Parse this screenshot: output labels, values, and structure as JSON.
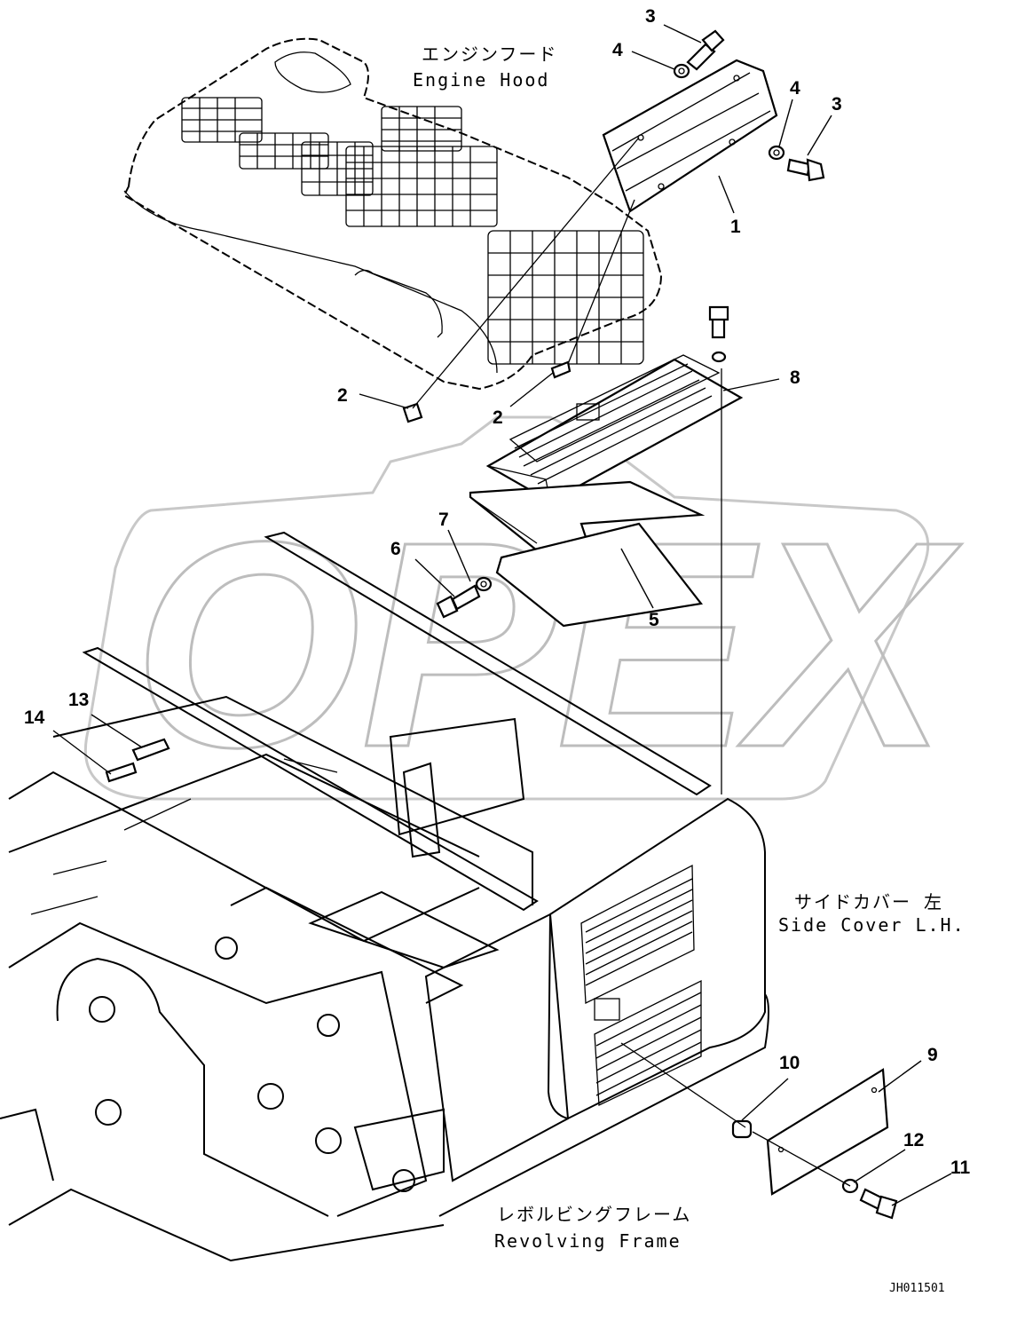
{
  "drawing": {
    "code": "JH011501",
    "watermark": "OPEX"
  },
  "labels": {
    "engine_hood_jp": "エンジンフード",
    "engine_hood_en": "Engine Hood",
    "side_cover_jp": "サイドカバー 左",
    "side_cover_en": "Side Cover L.H.",
    "frame_jp": "レボルビングフレーム",
    "frame_en": "Revolving Frame"
  },
  "callouts": {
    "c1": "1",
    "c2a": "2",
    "c2b": "2",
    "c3a": "3",
    "c3b": "3",
    "c4a": "4",
    "c4b": "4",
    "c5": "5",
    "c6": "6",
    "c7": "7",
    "c8": "8",
    "c9": "9",
    "c10": "10",
    "c11": "11",
    "c12": "12",
    "c13": "13",
    "c14": "14"
  }
}
